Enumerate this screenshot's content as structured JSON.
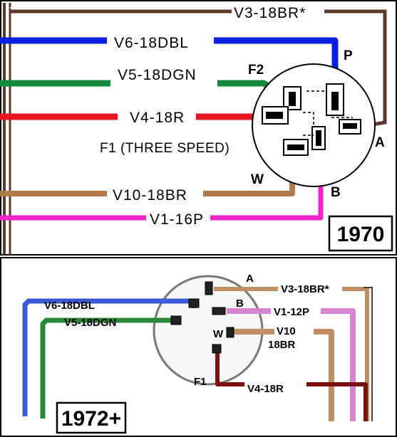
{
  "diagram_1970": {
    "year": "1970",
    "wire_v3": "V3-18BR*",
    "wire_v6": "V6-18DBL",
    "wire_v5": "V5-18DGN",
    "wire_v4": "V4-18R",
    "function_f1": "F1 (THREE  SPEED)",
    "wire_v10": "V10-18BR",
    "wire_v1": "V1-16P",
    "pin_p": "P",
    "pin_f2": "F2",
    "pin_a": "A",
    "pin_w": "W",
    "pin_b": "B"
  },
  "diagram_1972": {
    "year": "1972+",
    "wire_v6": "V6-18DBL",
    "wire_v5": "V5-18DGN",
    "wire_v3": "V3-18BR*",
    "wire_v1": "V1-12P",
    "wire_v10_line1": "V10",
    "wire_v10_line2": "18BR",
    "wire_v4": "V4-18R",
    "pin_a": "A",
    "pin_b": "B",
    "pin_w": "W",
    "pin_f1": "F1"
  },
  "colors": {
    "blue": "#0a1fe0",
    "green": "#138a3c",
    "red": "#e8141e",
    "brown": "#b07a4c",
    "dark_brown": "#5a3a2a",
    "pink": "#f025c8",
    "light_blue": "#3a5ad8",
    "light_green": "#2a8a3a",
    "light_brown": "#c08e63",
    "light_pink": "#d685d0",
    "dark_red": "#7a1010"
  }
}
